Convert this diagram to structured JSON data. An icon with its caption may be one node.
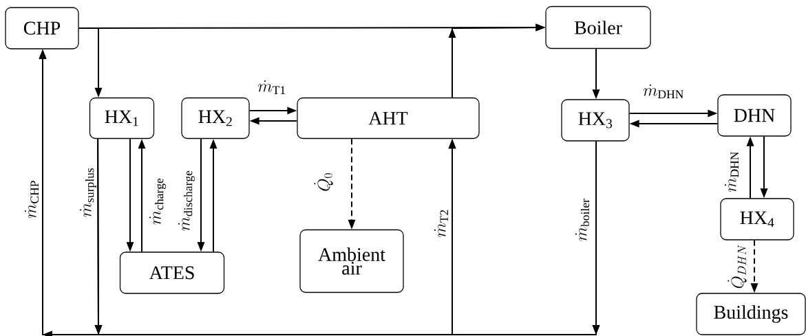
{
  "diagram": {
    "nodes": [
      {
        "text": [
          "CHP"
        ]
      },
      {
        "text": [
          "Boiler"
        ]
      },
      {
        "text": [
          "HX$_{1}$"
        ]
      },
      {
        "text": [
          "HX$_{2}$"
        ]
      },
      {
        "text": [
          "AHT"
        ]
      },
      {
        "text": [
          "HX$_{3}$"
        ]
      },
      {
        "text": [
          "DHN"
        ]
      },
      {
        "text": [
          "HX$_{4}$"
        ]
      },
      {
        "text": [
          "Ambient air"
        ]
      },
      {
        "text": [
          "ATES"
        ]
      },
      {
        "text": [
          "Buildings"
        ]
      }
    ],
    "edges": [
      {
        "from": 0,
        "to": 2,
        "arrow": "to"
      },
      {
        "from": 0,
        "to": 1,
        "arrow": "to"
      },
      {
        "from": 4,
        "to": 1,
        "arrow": "to"
      },
      {
        "from": 1,
        "to": 5,
        "arrow": "to"
      },
      {
        "from": 2,
        "to": 9,
        "arrow": "to"
      },
      {
        "from": 9,
        "to": 2,
        "arrow": "to",
        "label": "\\dot{m}_{\\mathrm{charge}}"
      },
      {
        "from": 3,
        "to": 9,
        "arrow": "to",
        "label": "\\dot{m}_{\\mathrm{discharge}}"
      },
      {
        "from": 9,
        "to": 3,
        "arrow": "to"
      },
      {
        "from": 3,
        "to": 4,
        "arrow": "to",
        "label": "\\dot{m}_{\\mathrm{T1}}"
      },
      {
        "from": 4,
        "to": 3,
        "arrow": "to"
      },
      {
        "from": 4,
        "to": 8,
        "arrow": "to",
        "style": "dashed",
        "label": "\\dot{Q}_{0}"
      },
      {
        "from": 5,
        "to": 6,
        "arrow": "to",
        "label": "\\dot{m}_{\\mathrm{DHN}}"
      },
      {
        "from": 6,
        "to": 5,
        "arrow": "to"
      },
      {
        "from": 6,
        "to": 7,
        "arrow": "to"
      },
      {
        "from": 7,
        "to": 6,
        "arrow": "to",
        "label": "\\dot{m}_{\\mathrm{DHN}}"
      },
      {
        "from": 7,
        "to": 10,
        "arrow": "to",
        "style": "dashed",
        "label": "\\dot{Q}_{DHN}"
      },
      {
        "from": 2,
        "to": 0,
        "arrow": "to"
      },
      {
        "from": 2,
        "to": 4,
        "arrow": "to"
      },
      {
        "from": 5,
        "to": 0,
        "arrow": "to"
      },
      {
        "from": 5,
        "to": 4,
        "arrow": "to"
      }
    ],
    "labels": [
      "\\dot{m}_{\\mathrm{CHP}}",
      "\\dot{m}_{\\mathrm{surplus}}",
      "\\dot{m}_{\\mathrm{T2}}",
      "\\dot{m}_{\\mathrm{boiler}}"
    ]
  }
}
